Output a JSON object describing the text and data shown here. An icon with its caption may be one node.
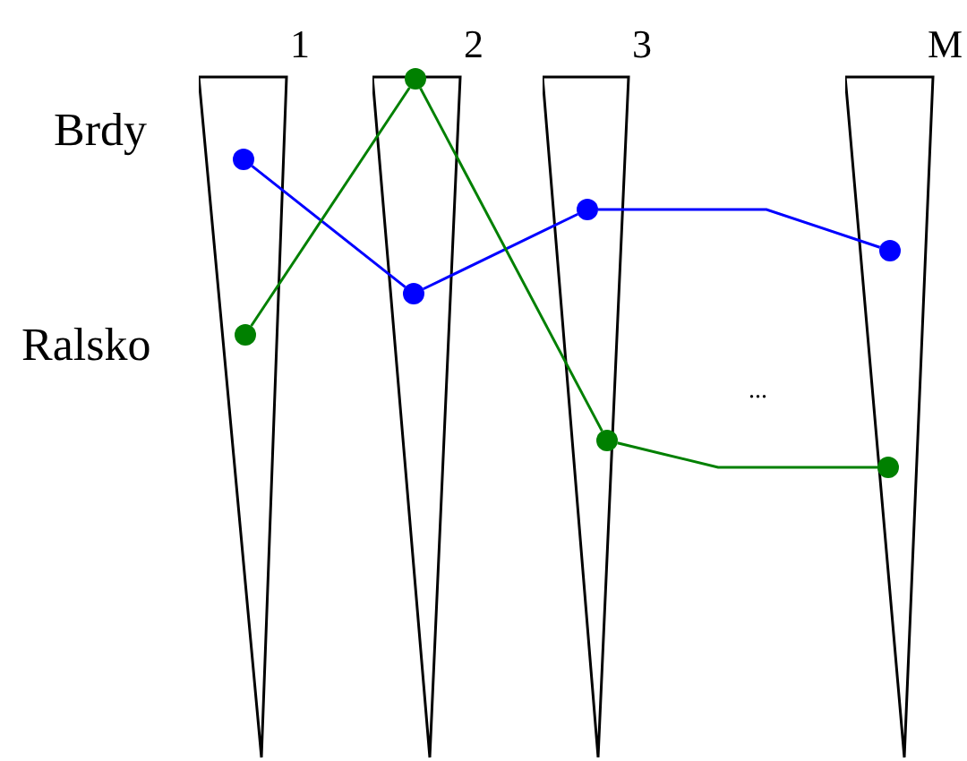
{
  "diagram": {
    "nodes": [
      {
        "text": [
          "1"
        ]
      },
      {
        "text": [],
        "shape": "circle",
        "in": 0
      },
      {
        "text": [],
        "shape": "circle",
        "in": 0
      },
      {
        "text": [
          "2"
        ]
      },
      {
        "text": [],
        "shape": "circle",
        "in": 3
      },
      {
        "text": [],
        "shape": "circle",
        "in": 3
      },
      {
        "text": [
          "3"
        ]
      },
      {
        "text": [],
        "shape": "circle",
        "in": 6
      },
      {
        "text": [],
        "shape": "circle",
        "in": 6
      },
      {
        "text": [
          "M"
        ]
      },
      {
        "text": [],
        "shape": "circle",
        "in": 9
      },
      {
        "text": [],
        "shape": "circle",
        "in": 9
      }
    ],
    "edges": [
      {
        "from": 1,
        "to": 5,
        "arrow": "none",
        "color": "#0000ff"
      },
      {
        "from": 5,
        "to": 7,
        "arrow": "none",
        "color": "#0000ff"
      },
      {
        "from": 7,
        "to": 10,
        "arrow": "none",
        "color": "#0000ff"
      },
      {
        "from": 2,
        "to": 4,
        "arrow": "none",
        "color": "#008000"
      },
      {
        "from": 4,
        "to": 8,
        "arrow": "none",
        "color": "#008000"
      },
      {
        "from": 8,
        "to": 11,
        "arrow": "none",
        "color": "#008000"
      }
    ],
    "labels": [
      "Brdy",
      "Ralsko",
      "..."
    ]
  }
}
